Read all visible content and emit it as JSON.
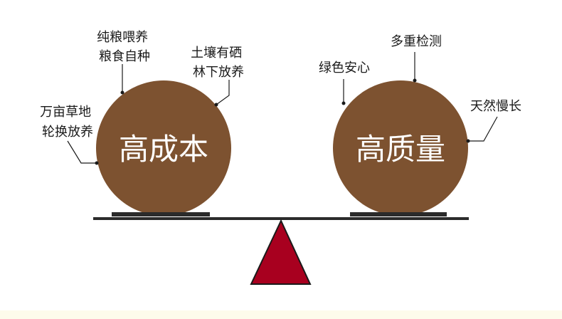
{
  "left_circle": {
    "label": "高成本",
    "callouts": [
      {
        "id": "pure-grain",
        "lines": [
          "纯粮喂养",
          "粮食自种"
        ]
      },
      {
        "id": "free-range",
        "lines": [
          "土壤有硒",
          "林下放养"
        ]
      },
      {
        "id": "rotation",
        "lines": [
          "万亩草地",
          "轮换放养"
        ]
      }
    ]
  },
  "right_circle": {
    "label": "高质量",
    "callouts": [
      {
        "id": "green-safe",
        "lines": [
          "绿色安心"
        ]
      },
      {
        "id": "multi-test",
        "lines": [
          "多重检测"
        ]
      },
      {
        "id": "natural-slow",
        "lines": [
          "天然慢长"
        ]
      }
    ]
  },
  "colors": {
    "circle": "#7d5230",
    "beam": "#2b2b2b",
    "fulcrum_fill": "#a8001f",
    "fulcrum_stroke": "#1a1a1a",
    "leader": "#1a1a1a",
    "bottom_strip": "#fdfbeb"
  }
}
